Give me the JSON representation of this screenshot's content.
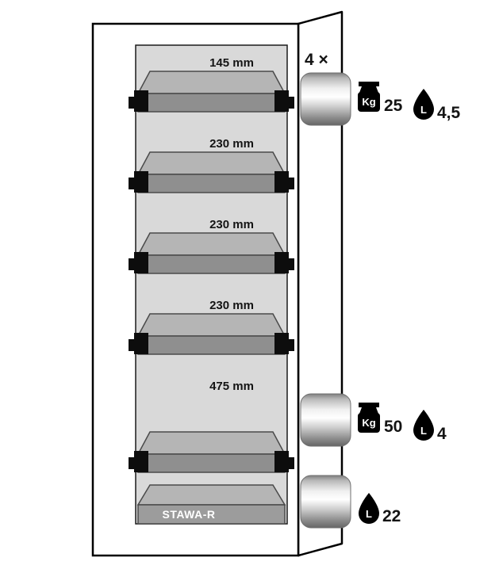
{
  "multiplier_label": "4 ×",
  "cabinet": {
    "shelf_labels": [
      "145 mm",
      "230 mm",
      "230 mm",
      "230 mm",
      "475 mm"
    ],
    "sump_label": "STAWA-R"
  },
  "specs": [
    {
      "icon": "weight-kettlebell",
      "weight_unit": "Kg",
      "weight_value": "25",
      "volume_icon": "liquid-droplet",
      "volume_unit": "L",
      "volume_value": "4,5"
    },
    {
      "icon": "weight-kettlebell",
      "weight_unit": "Kg",
      "weight_value": "50",
      "volume_icon": "liquid-droplet",
      "volume_unit": "L",
      "volume_value": "4"
    },
    {
      "volume_icon": "liquid-droplet",
      "volume_unit": "L",
      "volume_value": "22"
    }
  ]
}
